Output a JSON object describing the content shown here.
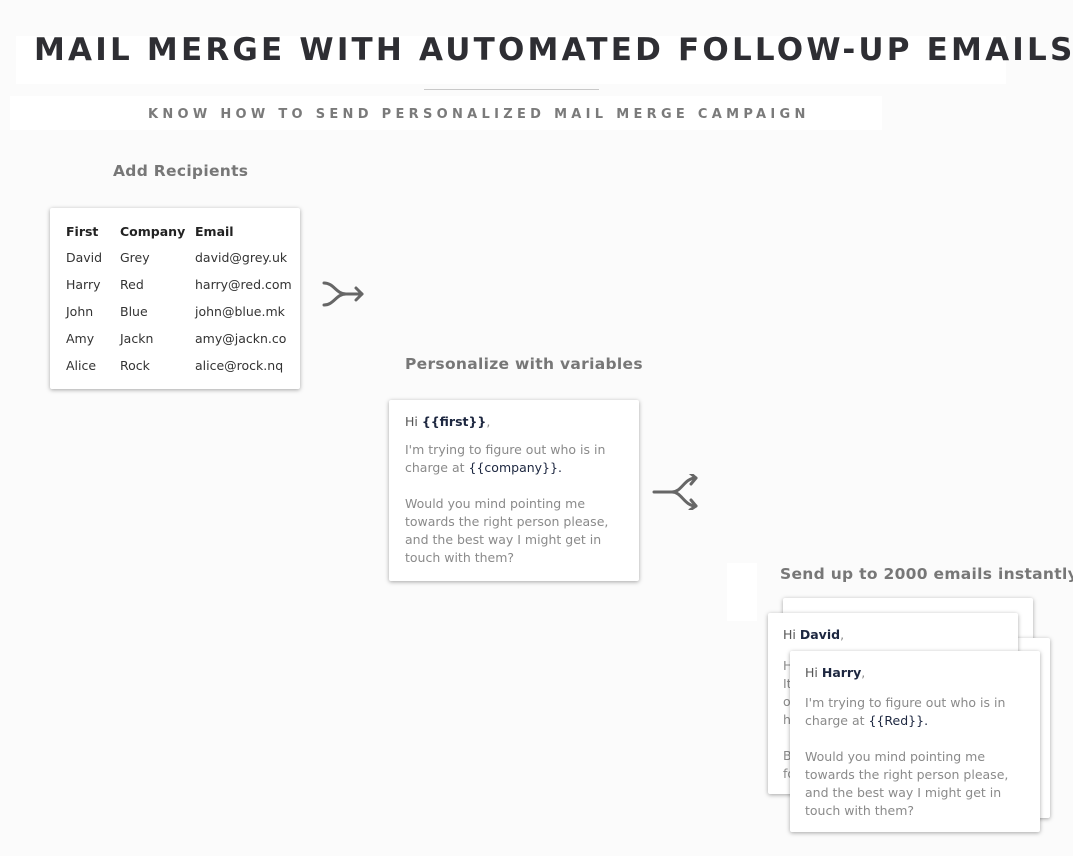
{
  "header": {
    "title": "MAIL MERGE WITH AUTOMATED FOLLOW-UP EMAILS",
    "subtitle": "KNOW HOW TO SEND PERSONALIZED MAIL MERGE CAMPAIGN"
  },
  "step1": {
    "label": "Add Recipients",
    "columns": [
      "First",
      "Company",
      "Email"
    ],
    "rows": [
      [
        "David",
        "Grey",
        "david@grey.uk"
      ],
      [
        "Harry",
        "Red",
        "harry@red.com"
      ],
      [
        "John",
        "Blue",
        "john@blue.mk"
      ],
      [
        "Amy",
        "Jackn",
        "amy@jackn.co"
      ],
      [
        "Alice",
        "Rock",
        "alice@rock.nq"
      ]
    ]
  },
  "step2": {
    "label": "Personalize with variables",
    "greeting": "Hi",
    "first_var": "{{first}}",
    "comma": ",",
    "line1": "I'm trying to figure out who is in",
    "line2_prefix": "charge at",
    "company_var": "{{company}}.",
    "para2_line1": "Would you mind pointing me",
    "para2_line2": "towards the right person please,",
    "para2_line3": "and the best way I might get in",
    "para2_line4": "touch with them?"
  },
  "step3": {
    "label": "Send up to 2000 emails instantly",
    "back_card": {
      "greeting": "Hi",
      "name": "David",
      "comma": ",",
      "peek": [
        "H",
        "It",
        "o",
        "h",
        "",
        "B",
        "fo"
      ]
    },
    "front_card": {
      "greeting": "Hi",
      "name": "Harry",
      "comma": ",",
      "line1": "I'm trying to figure out who is in",
      "line2_prefix": "charge at",
      "company_var": "{{Red}}.",
      "para2_line1": "Would you mind pointing me",
      "para2_line2": "towards the right person please,",
      "para2_line3": "and the best way I might get in",
      "para2_line4": "touch with them?"
    }
  },
  "icons": [
    "merge-arrow-icon",
    "split-arrow-icon"
  ],
  "colors": {
    "title": "#2e2e33",
    "label": "#777777",
    "variable": "#1d2740",
    "arrow": "#666666"
  }
}
